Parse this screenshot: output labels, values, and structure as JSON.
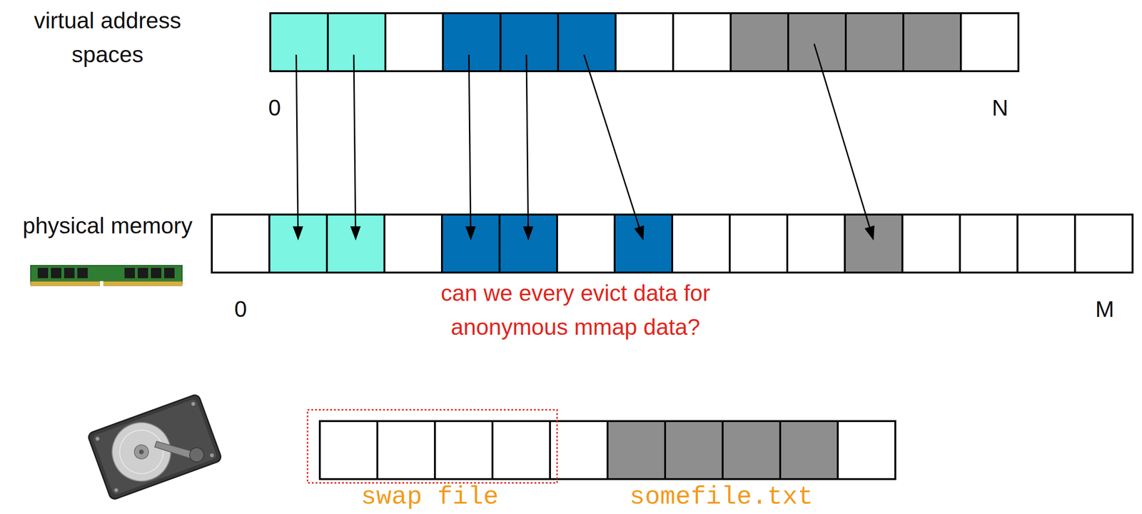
{
  "diagram": {
    "labels": [
      "virtual address spaces",
      "0",
      "N",
      "physical memory",
      "0",
      "M",
      "can we every evict data for anonymous mmap data?",
      "swap file",
      "somefile.txt"
    ]
  }
}
